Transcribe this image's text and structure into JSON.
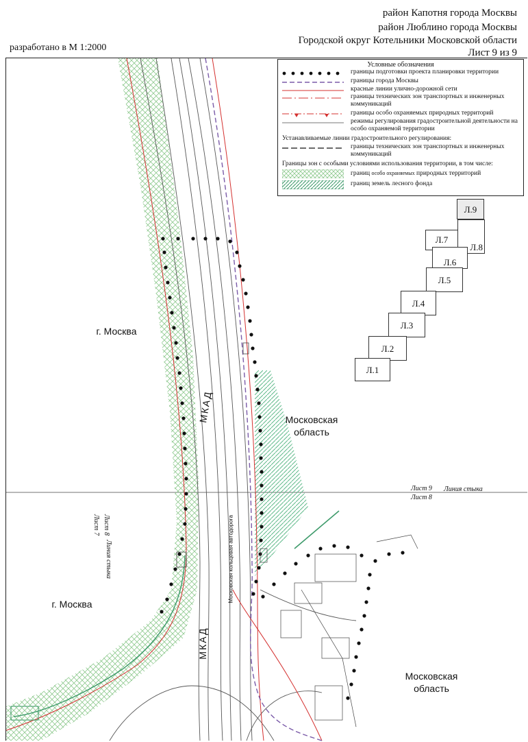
{
  "header": {
    "line1": "район Капотня города Москвы",
    "line2": "район Люблино города Москвы",
    "line3": "Городской округ Котельники Московской области",
    "sheet_of": "Лист 9 из 9"
  },
  "scale_note": "разработано в М 1:2000",
  "legend": {
    "title": "Условные обозначения",
    "items": [
      {
        "label": "границы подготовки проекта планировки территории",
        "symbol": "black-dots"
      },
      {
        "label": "границы города Москвы",
        "symbol": "purple-dash"
      },
      {
        "label": "красные линии улично-дорожной сети",
        "symbol": "red-line"
      },
      {
        "label": "границы технических зон транспортных и инженерных коммуникаций",
        "symbol": "red-dash"
      },
      {
        "label": "границы особо охраняемых природных территорий",
        "symbol": "red-triangles"
      },
      {
        "label": "режимы регулирования градостроительной деятельности на особо охраняемой территории",
        "symbol": "gray-line"
      }
    ],
    "section2": "Устанавливаемые линии градостроительного регулирования:",
    "items2": [
      {
        "label": "границы технических зон транспортных и инженерных коммуникаций",
        "symbol": "black-dash"
      }
    ],
    "section3": "Границы зон с особыми условиями использования территории, в том числе:",
    "items3": [
      {
        "label_a": "границ",
        "label_b": "особо охраняемых",
        "label_c": "природных территорий",
        "symbol": "green-crosshatch"
      },
      {
        "label": "границ земель лесного фонда",
        "symbol": "green-hatch"
      }
    ]
  },
  "sheet_index": [
    "Л.9",
    "Л.8",
    "Л.7",
    "Л.6",
    "Л.5",
    "Л.4",
    "Л.3",
    "Л.2",
    "Л.1"
  ],
  "map_labels": {
    "moscow_top": "г. Москва",
    "moscow_bottom": "г. Москва",
    "mo_top_1": "Московская",
    "mo_top_2": "область",
    "mo_bottom_1": "Московская",
    "mo_bottom_2": "область",
    "mkad_top": "МКАД",
    "mkad_bottom": "МКАД",
    "sheet9": "Лист 9",
    "sheet8": "Лист 8",
    "join_line": "Линия стыка",
    "sheet8_v": "Лист 8",
    "sheet7_v": "Лист 7",
    "join_line_v": "Линия стыка",
    "ring_road": "Московская кольцевая автодорога"
  },
  "colors": {
    "red": "#d4302f",
    "purple": "#7a5aa8",
    "green": "#3d9a6a",
    "hatch_green": "#5fb98a",
    "cross_green": "#8fc98f",
    "road": "#555555"
  }
}
